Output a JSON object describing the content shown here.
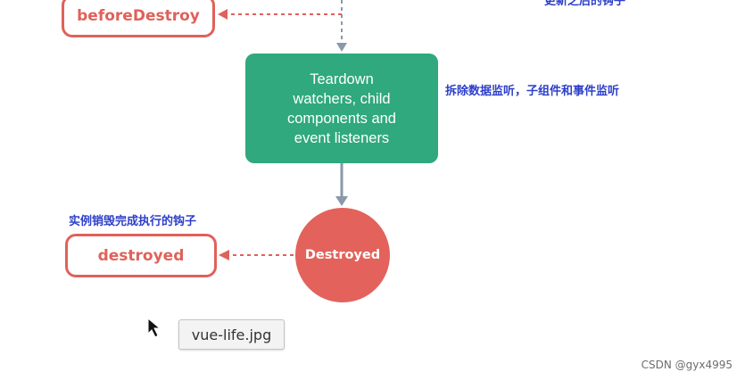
{
  "hooks": {
    "before_destroy": "beforeDestroy",
    "destroyed": "destroyed"
  },
  "teardown": {
    "text": "Teardown\nwatchers, child\ncomponents and\nevent listeners"
  },
  "destroyed_state": "Destroyed",
  "notes": {
    "top_cut": "更新之后的钩子",
    "teardown": "拆除数据监听，子组件和事件监听",
    "destroyed": "实例销毁完成执行的钩子"
  },
  "file_chip": "vue-life.jpg",
  "watermark": "CSDN @gyx4995",
  "colors": {
    "hook_red": "#e0615a",
    "teardown_green": "#2fa97d",
    "destroyed_circle": "#e3625c",
    "note_blue": "#2d3fc9",
    "connector_gray": "#8a99a8"
  },
  "icons": {
    "cursor": "mouse-pointer-icon"
  }
}
